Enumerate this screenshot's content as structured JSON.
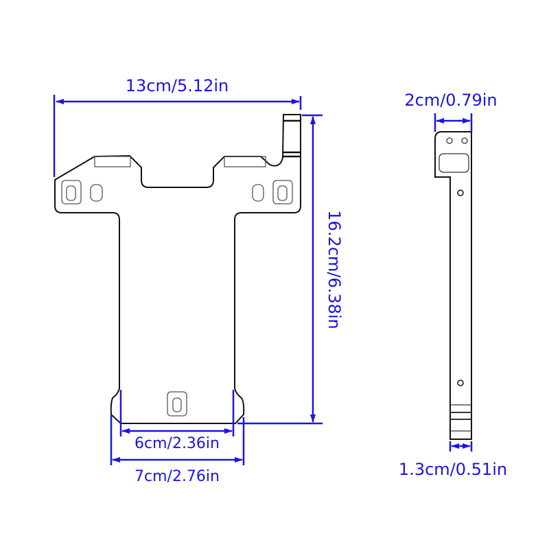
{
  "colors": {
    "dimension": "#1a14e6",
    "outline": "#111111",
    "detail": "#555555"
  },
  "front_view": {
    "width_label": "13cm/5.12in",
    "height_label": "16.2cm/6.38in",
    "inner_bottom_label": "6cm/2.36in",
    "outer_bottom_label": "7cm/2.76in"
  },
  "side_view": {
    "top_width_label": "2cm/0.79in",
    "bottom_width_label": "1.3cm/0.51in"
  }
}
